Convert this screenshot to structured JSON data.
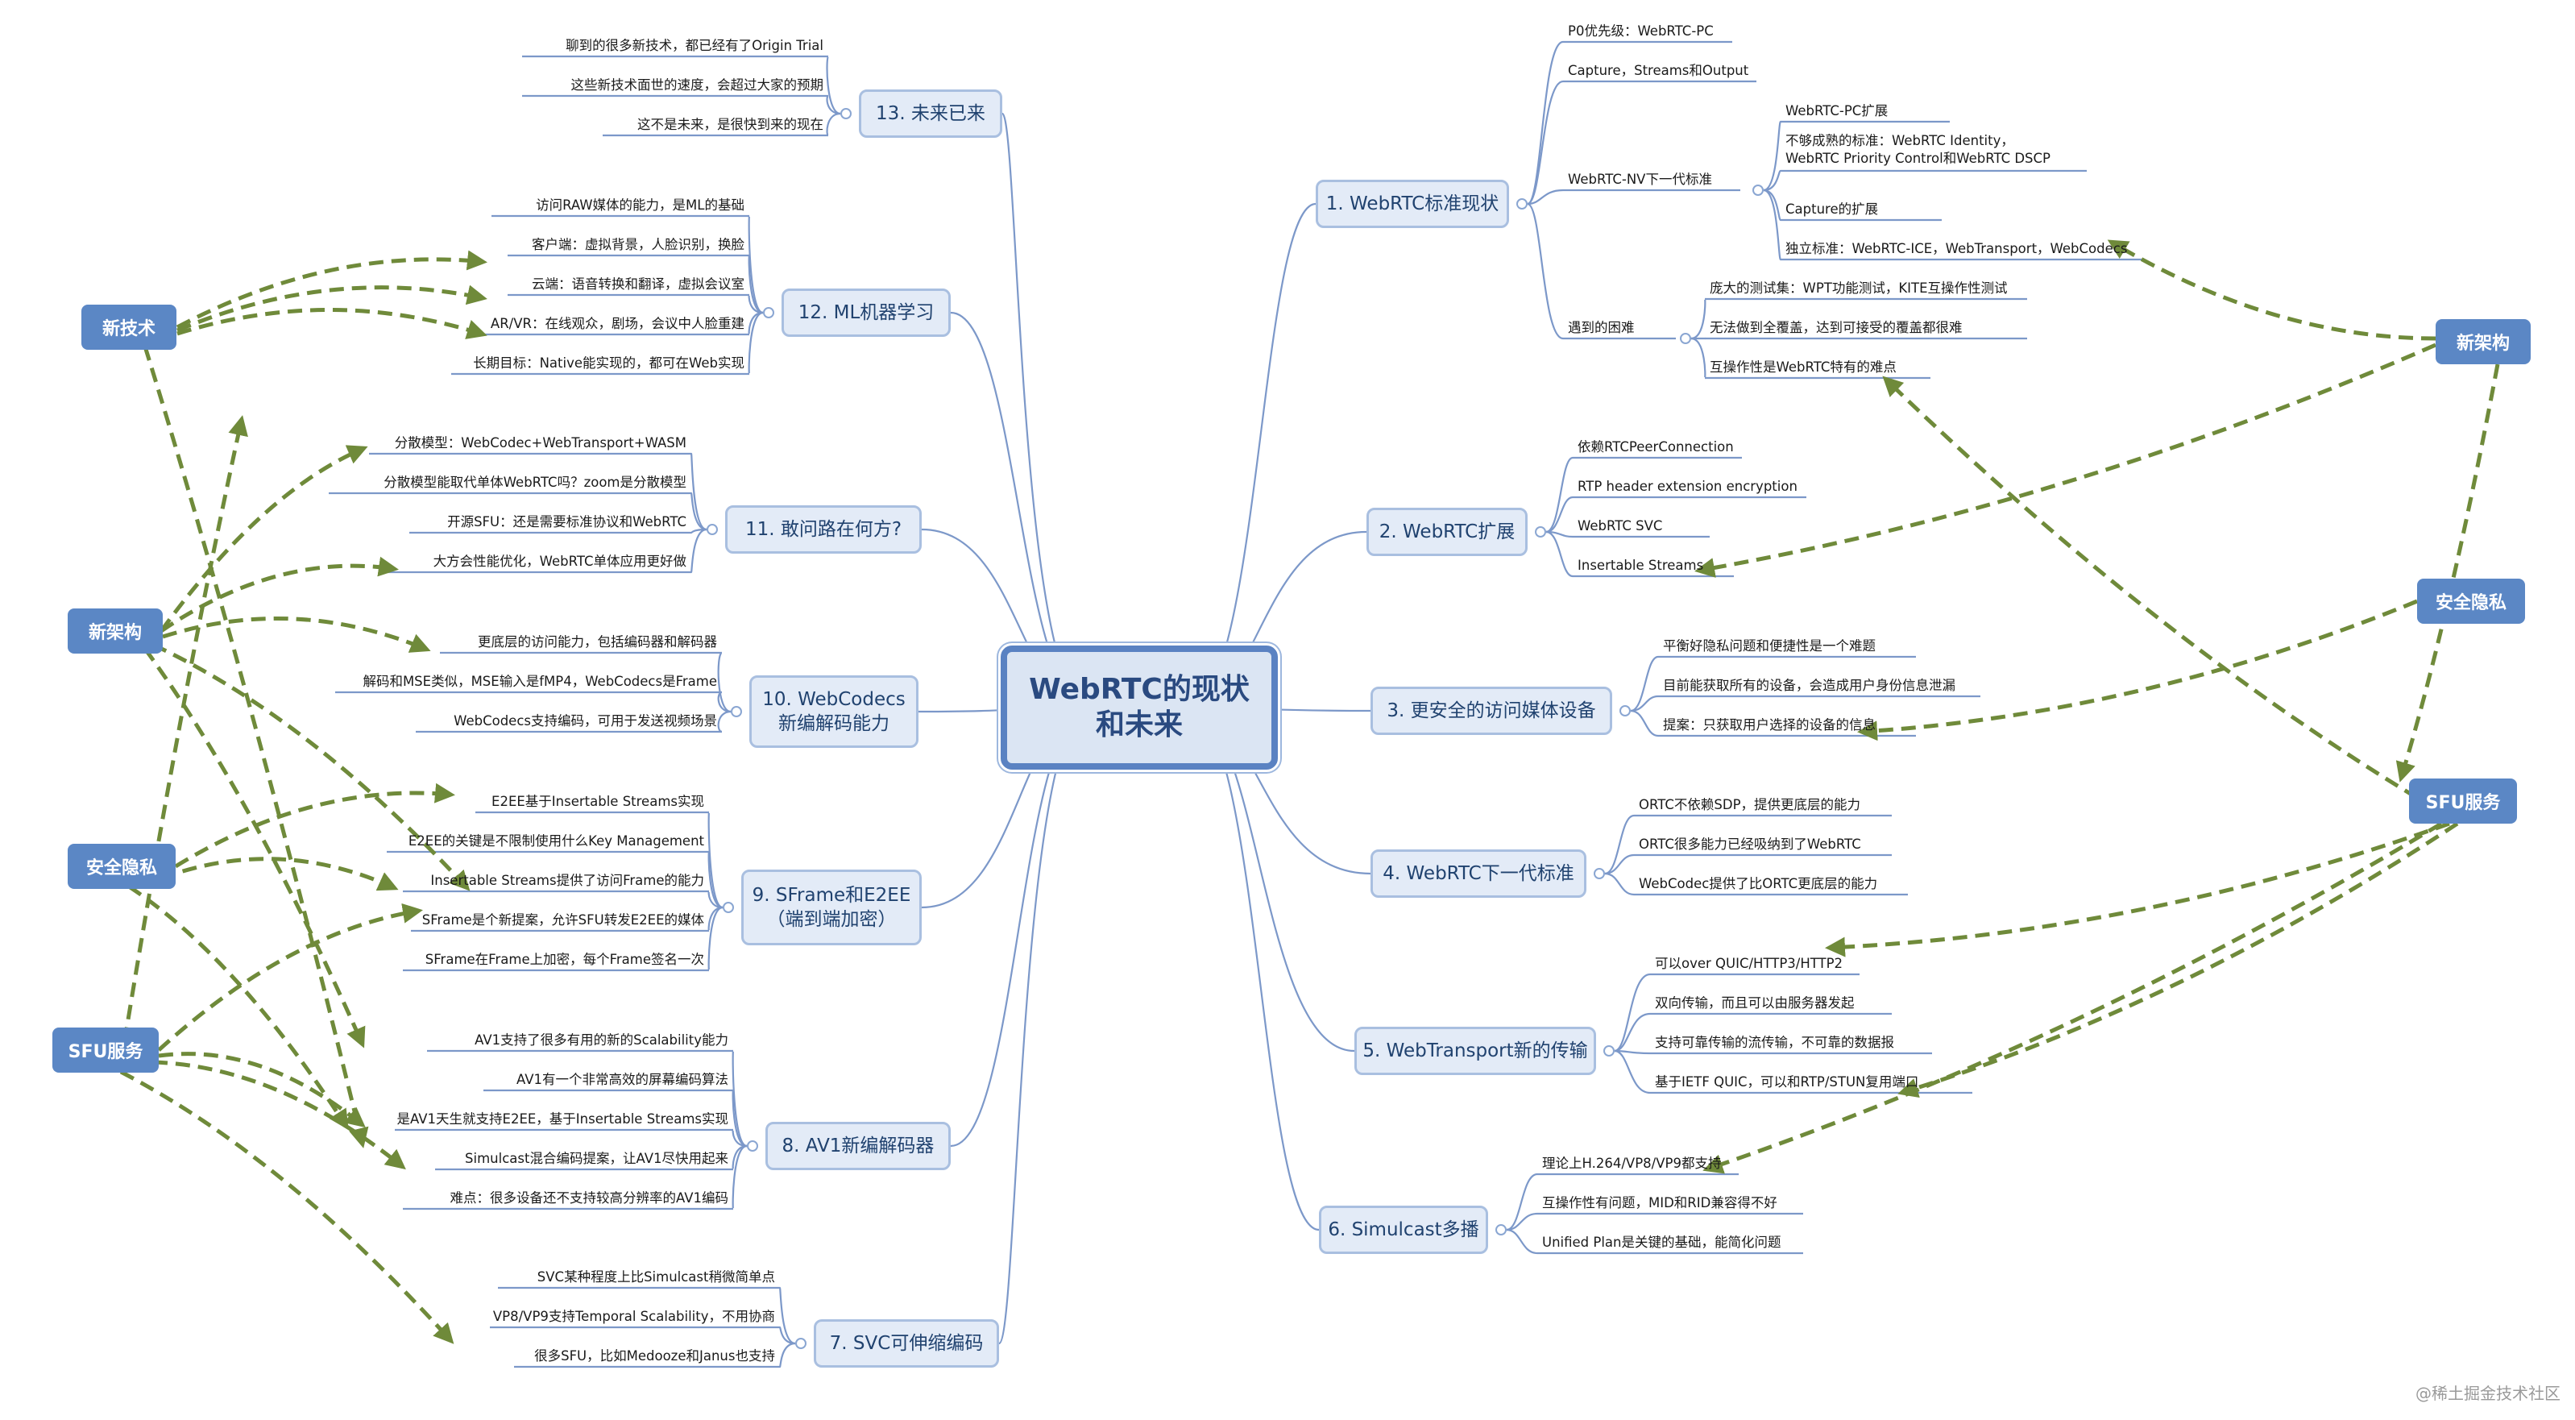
{
  "root": {
    "title": "WebRTC的现状\n和未来"
  },
  "branches": [
    {
      "id": "b1",
      "label": "1. WebRTC标准现状",
      "items": [
        "P0优先级：WebRTC-PC",
        "Capture，Streams和Output",
        "WebRTC-NV下一代标准",
        "遇到的困难"
      ]
    },
    {
      "id": "b1nv",
      "items": [
        "WebRTC-PC扩展",
        "不够成熟的标准：WebRTC Identity，\nWebRTC Priority Control和WebRTC DSCP",
        "Capture的扩展",
        "独立标准：WebRTC-ICE，WebTransport，WebCodecs"
      ]
    },
    {
      "id": "b1diff",
      "items": [
        "庞大的测试集：WPT功能测试，KITE互操作性测试",
        "无法做到全覆盖，达到可接受的覆盖都很难",
        "互操作性是WebRTC特有的难点"
      ]
    },
    {
      "id": "b2",
      "label": "2. WebRTC扩展",
      "items": [
        "依赖RTCPeerConnection",
        "RTP header extension encryption",
        "WebRTC SVC",
        "Insertable Streams"
      ]
    },
    {
      "id": "b3",
      "label": "3. 更安全的访问媒体设备",
      "items": [
        "平衡好隐私问题和便捷性是一个难题",
        "目前能获取所有的设备，会造成用户身份信息泄漏",
        "提案：只获取用户选择的设备的信息"
      ]
    },
    {
      "id": "b4",
      "label": "4. WebRTC下一代标准",
      "items": [
        "ORTC不依赖SDP，提供更底层的能力",
        "ORTC很多能力已经吸纳到了WebRTC",
        "WebCodec提供了比ORTC更底层的能力"
      ]
    },
    {
      "id": "b5",
      "label": "5. WebTransport新的传输",
      "items": [
        "可以over QUIC/HTTP3/HTTP2",
        "双向传输，而且可以由服务器发起",
        "支持可靠传输的流传输，不可靠的数据报",
        "基于IETF QUIC，可以和RTP/STUN复用端口"
      ]
    },
    {
      "id": "b6",
      "label": "6. Simulcast多播",
      "items": [
        "理论上H.264/VP8/VP9都支持",
        "互操作性有问题，MID和RID兼容得不好",
        "Unified Plan是关键的基础，能简化问题"
      ]
    },
    {
      "id": "b7",
      "label": "7. SVC可伸缩编码",
      "items": [
        "SVC某种程度上比Simulcast稍微简单点",
        "VP8/VP9支持Temporal Scalability，不用协商",
        "很多SFU，比如Medooze和Janus也支持"
      ]
    },
    {
      "id": "b8",
      "label": "8. AV1新编解码器",
      "items": [
        "AV1支持了很多有用的新的Scalability能力",
        "AV1有一个非常高效的屏幕编码算法",
        "是AV1天生就支持E2EE，基于Insertable Streams实现",
        "Simulcast混合编码提案，让AV1尽快用起来",
        "难点：很多设备还不支持较高分辨率的AV1编码"
      ]
    },
    {
      "id": "b9",
      "label": "9. SFrame和E2EE\n（端到端加密）",
      "items": [
        "E2EE基于Insertable Streams实现",
        "E2EE的关键是不限制使用什么Key Management",
        "Insertable Streams提供了访问Frame的能力",
        "SFrame是个新提案，允许SFU转发E2EE的媒体",
        "SFrame在Frame上加密，每个Frame签名一次"
      ]
    },
    {
      "id": "b10",
      "label": "10. WebCodecs\n新编解码能力",
      "items": [
        "更底层的访问能力，包括编码器和解码器",
        "解码和MSE类似，MSE输入是fMP4，WebCodecs是Frame",
        "WebCodecs支持编码，可用于发送视频场景"
      ]
    },
    {
      "id": "b11",
      "label": "11. 敢问路在何方?",
      "items": [
        "分散模型：WebCodec+WebTransport+WASM",
        "分散模型能取代单体WebRTC吗？zoom是分散模型",
        "开源SFU：还是需要标准协议和WebRTC",
        "大方会性能优化，WebRTC单体应用更好做"
      ]
    },
    {
      "id": "b12",
      "label": "12. ML机器学习",
      "items": [
        "访问RAW媒体的能力，是ML的基础",
        "客户端：虚拟背景，人脸识别，换脸",
        "云端：语音转换和翻译，虚拟会议室",
        "AR/VR：在线观众，剧场，会议中人脸重建",
        "长期目标：Native能实现的，都可在Web实现"
      ]
    },
    {
      "id": "b13",
      "label": "13. 未来已来",
      "items": [
        "聊到的很多新技术，都已经有了Origin Trial",
        "这些新技术面世的速度，会超过大家的预期",
        "这不是未来，是很快到来的现在"
      ]
    }
  ],
  "categories": {
    "left_tech": "新技术",
    "left_arch": "新架构",
    "left_sec": "安全隐私",
    "left_sfu": "SFU服务",
    "right_arch": "新架构",
    "right_sec": "安全隐私",
    "right_sfu": "SFU服务"
  },
  "watermark": "@稀土掘金技术社区",
  "colors": {
    "root_border": "#5a82c2",
    "branch_fill": "#e3ebf7",
    "line": "#7c98c9",
    "category_fill": "#5b87c5",
    "arrow": "#6f8a3a"
  }
}
